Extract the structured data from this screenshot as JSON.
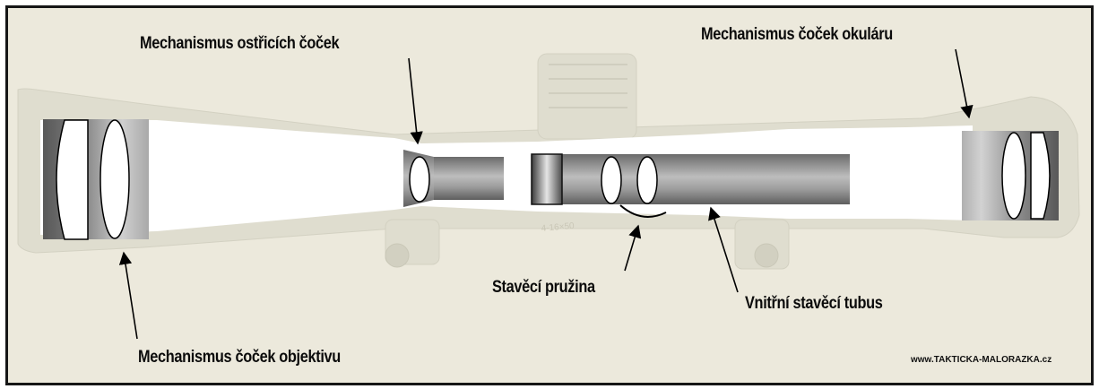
{
  "labels": {
    "focus_lens": "Mechanismus ostřicích čoček",
    "eyepiece_lens": "Mechanismus čoček okuláru",
    "objective_lens": "Mechanismus čoček objektivu",
    "adjust_spring": "Stavěcí pružina",
    "inner_tube": "Vnitřní stavěcí tubus"
  },
  "scope_marking": "4-16×50",
  "watermark": "www.TAKTICKA-MALORAZKA.cz",
  "colors": {
    "background": "#ece9dc",
    "scope_ghost": "#dfddcf",
    "metal_dark": "#5f5f5f",
    "metal_light": "#d4d4d4",
    "text": "#0b0b0b"
  }
}
